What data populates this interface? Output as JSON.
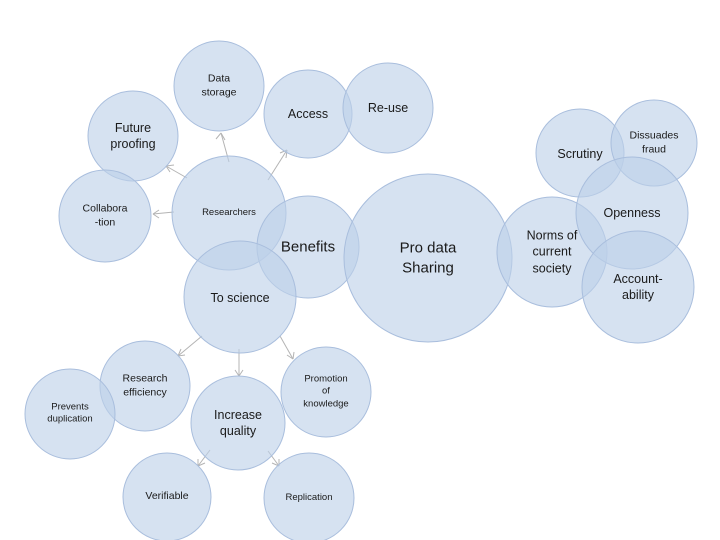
{
  "nodes": {
    "pro_data_sharing": [
      "Pro data",
      "Sharing"
    ],
    "benefits": [
      "Benefits"
    ],
    "norms": [
      "Norms of",
      "current",
      "society"
    ],
    "researchers": [
      "Researchers"
    ],
    "to_science": [
      "To science"
    ],
    "data_storage": [
      "Data",
      "storage"
    ],
    "access": [
      "Access"
    ],
    "re_use": [
      "Re-use"
    ],
    "future_proofing": [
      "Future",
      "proofing"
    ],
    "collaboration": [
      "Collabora",
      "-tion"
    ],
    "research_efficiency": [
      "Research",
      "efficiency"
    ],
    "prevents_duplication": [
      "Prevents",
      "duplication"
    ],
    "increase_quality": [
      "Increase",
      "quality"
    ],
    "promotion_of_knowledge": [
      "Promotion",
      "of",
      "knowledge"
    ],
    "verifiable": [
      "Verifiable"
    ],
    "replication": [
      "Replication"
    ],
    "scrutiny": [
      "Scrutiny"
    ],
    "dissuades_fraud": [
      "Dissuades",
      "fraud"
    ],
    "openness": [
      "Openness"
    ],
    "accountability": [
      "Account-",
      "ability"
    ]
  },
  "edges": [
    [
      "researchers",
      "data_storage"
    ],
    [
      "researchers",
      "access"
    ],
    [
      "researchers",
      "future_proofing"
    ],
    [
      "researchers",
      "collaboration"
    ],
    [
      "to_science",
      "research_efficiency"
    ],
    [
      "to_science",
      "increase_quality"
    ],
    [
      "to_science",
      "promotion_of_knowledge"
    ],
    [
      "increase_quality",
      "verifiable"
    ],
    [
      "increase_quality",
      "replication"
    ]
  ]
}
